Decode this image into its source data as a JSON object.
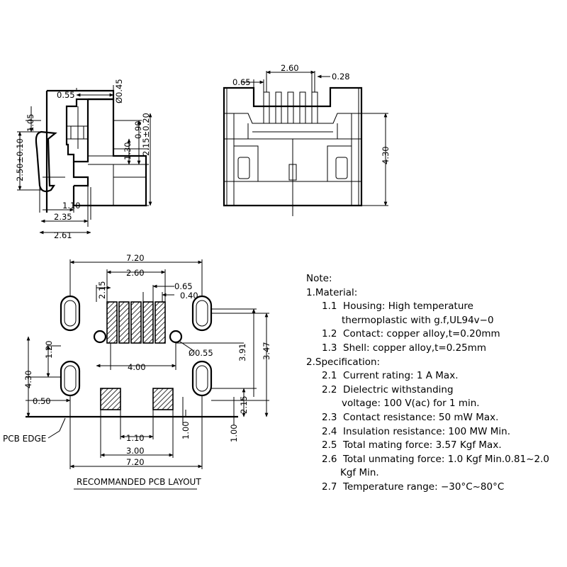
{
  "side_view": {
    "dims": {
      "d055": "0.55",
      "d045": "Ø0.45",
      "d105": "1.05",
      "d250": "2.50±0.10",
      "d090": "0.90",
      "d215": "2.15±0.20",
      "d130": "1.30",
      "d110": "1.10",
      "d235": "2.35",
      "d261": "2.61"
    }
  },
  "front_view": {
    "dims": {
      "d065": "0.65",
      "d260": "2.60",
      "d028": "0.28",
      "d430": "4.30"
    }
  },
  "pcb_layout": {
    "title": "RECOMMANDED PCB LAYOUT",
    "pcb_edge": "PCB EDGE",
    "dims": {
      "top720": "7.20",
      "top215": "2.15",
      "top260": "2.60",
      "top065": "0.65",
      "top040": "0.40",
      "d391": "3.91",
      "d347": "3.47",
      "d055": "Ø0.55",
      "d120": "1.20",
      "d400": "4.00",
      "d430": "4.30",
      "d050": "0.50",
      "d215r": "2.15",
      "d100a": "1.00",
      "d100b": "1.00",
      "d110": "1.10",
      "d300": "3.00",
      "bot720": "7.20"
    }
  },
  "notes": {
    "heading": "Note:",
    "material_heading": "1.Material:",
    "m11a": "1.1  Housing: High temperature",
    "m11b": "thermoplastic with g.f,UL94v−0",
    "m12": "1.2  Contact: copper alloy,t=0.20mm",
    "m13": "1.3  Shell: copper alloy,t=0.25mm",
    "spec_heading": "2.Specification:",
    "s21": "2.1  Current rating: 1 A Max.",
    "s22a": "2.2  Dielectric withstanding",
    "s22b": "voltage: 100 V(ac) for 1 min.",
    "s23": "2.3  Contact resistance: 50 mW Max.",
    "s24": "2.4  Insulation resistance: 100 MW Min.",
    "s25": "2.5  Total mating force: 3.57 Kgf Max.",
    "s26a": "2.6  Total unmating force: 1.0 Kgf Min.0.81~2.0",
    "s26b": "Kgf Min.",
    "s27": "2.7  Temperature range: −30°C~80°C"
  }
}
